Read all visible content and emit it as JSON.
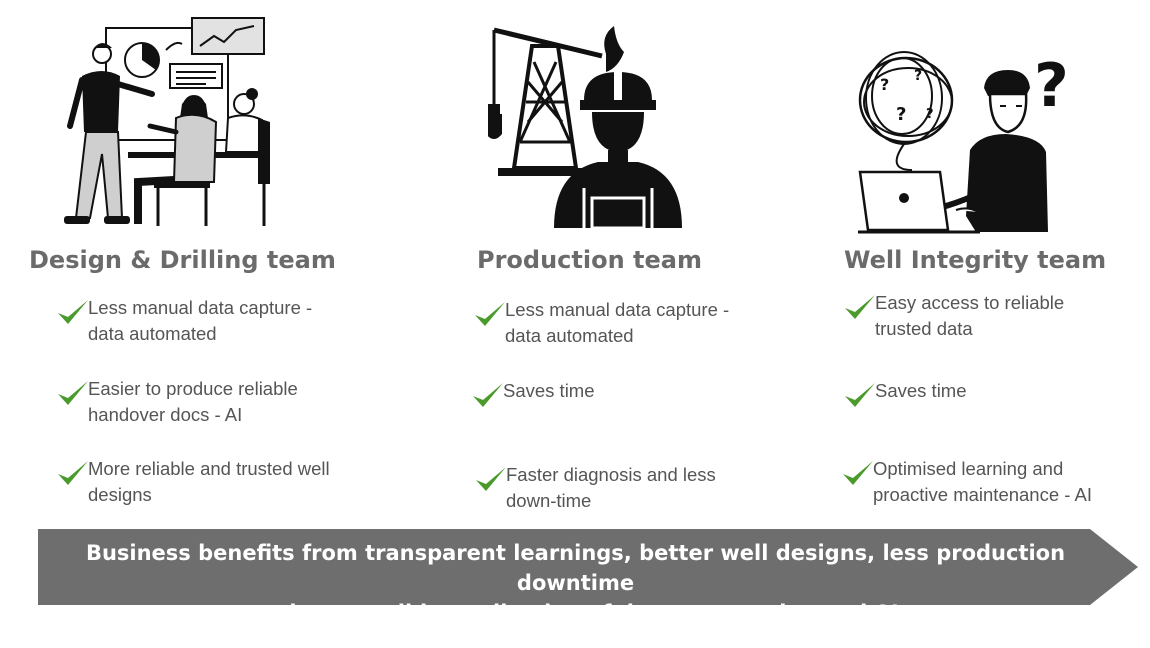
{
  "teams": [
    {
      "title": "Design & Drilling team",
      "illustration_icon": "meeting-presentation-icon",
      "benefits": [
        {
          "line1": "Less manual data capture -",
          "line2": "data automated"
        },
        {
          "line1": "Easier to produce reliable",
          "line2": "handover docs - AI"
        },
        {
          "line1": "More reliable and trusted well",
          "line2": "designs"
        }
      ]
    },
    {
      "title": "Production team",
      "illustration_icon": "oil-rig-worker-icon",
      "benefits": [
        {
          "line1": "Less manual data capture -",
          "line2": "data automated"
        },
        {
          "line1": "Saves time",
          "line2": ""
        },
        {
          "line1": "Faster diagnosis and less",
          "line2": "down-time"
        }
      ]
    },
    {
      "title": "Well Integrity team",
      "illustration_icon": "confused-laptop-user-icon",
      "benefits": [
        {
          "line1": "Easy access to reliable",
          "line2": "trusted data"
        },
        {
          "line1": "Saves time",
          "line2": ""
        },
        {
          "line1": "Optimised learning and",
          "line2": "proactive maintenance - AI"
        }
      ]
    }
  ],
  "banner": {
    "line1": "Business benefits from transparent learnings, better well designs, less production downtime",
    "line2": "and responsible application of data automation and AI"
  },
  "colors": {
    "check": "#4a9a2c",
    "title": "#6b6b6b",
    "text": "#555555",
    "banner": "#6e6e6e",
    "illustration": "#111111"
  }
}
